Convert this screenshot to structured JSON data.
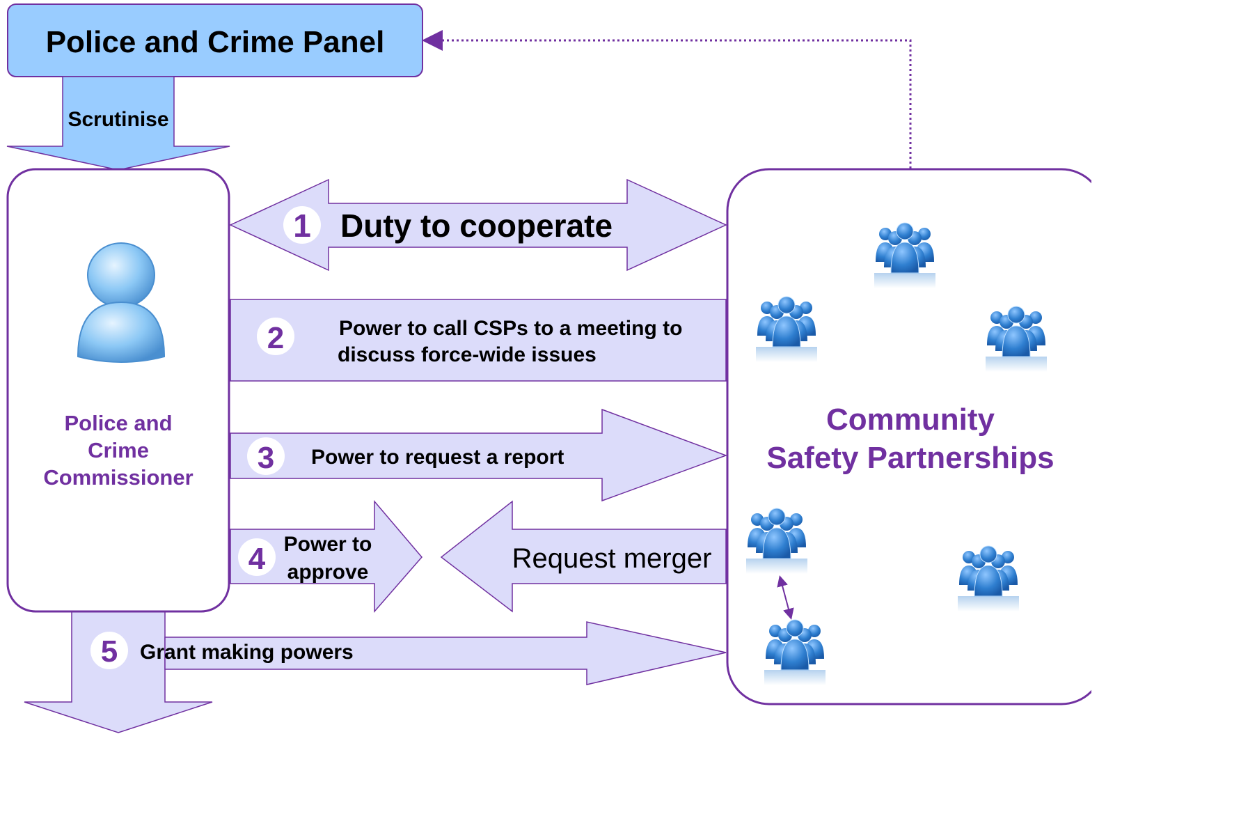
{
  "panel": {
    "title": "Police and Crime Panel"
  },
  "scrutinise": {
    "label": "Scrutinise"
  },
  "commissioner": {
    "lines": [
      "Police and",
      "Crime",
      "Commissioner"
    ]
  },
  "csp": {
    "lines": [
      "Community",
      "Safety Partnerships"
    ]
  },
  "powers": {
    "p1": {
      "num": "1",
      "lines": [
        "Duty to cooperate"
      ]
    },
    "p2": {
      "num": "2",
      "lines": [
        "Power to call CSPs to a meeting to",
        "discuss force-wide issues"
      ]
    },
    "p3": {
      "num": "3",
      "lines": [
        "Power to request a report"
      ]
    },
    "p4": {
      "num": "4",
      "lines": [
        "Power to",
        "approve"
      ]
    },
    "p5": {
      "num": "5",
      "lines": [
        "Grant making powers"
      ]
    }
  },
  "request_merger": {
    "label": "Request merger"
  },
  "colors": {
    "purple": "#7030a0",
    "arrow_fill": "#dcdcfa",
    "panel_fill": "#99ccff",
    "icon_blue": "#2f7fd0"
  }
}
